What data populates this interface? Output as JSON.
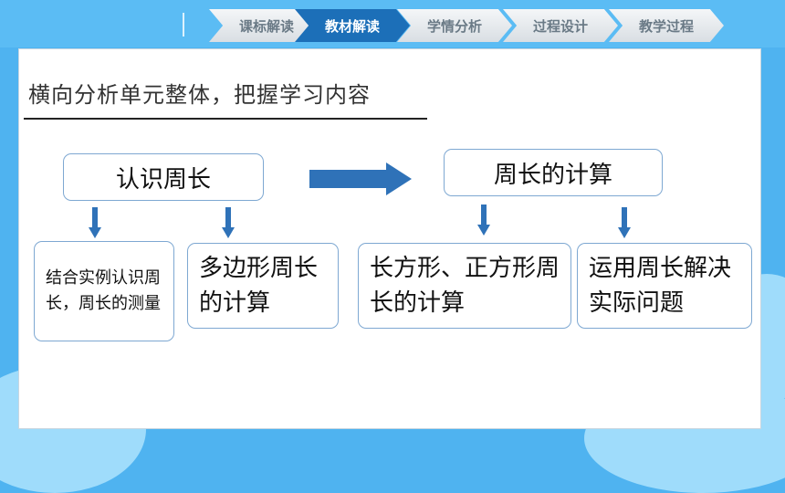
{
  "nav": {
    "tabs": [
      {
        "label": "课标解读",
        "active": false
      },
      {
        "label": "教材解读",
        "active": true
      },
      {
        "label": "学情分析",
        "active": false
      },
      {
        "label": "过程设计",
        "active": false
      },
      {
        "label": "教学过程",
        "active": false
      }
    ]
  },
  "slide": {
    "heading": "横向分析单元整体，把握学习内容",
    "box_left_main": "认识周长",
    "box_right_main": "周长的计算",
    "sub1": "结合实例认识周长，周长的测量",
    "sub2": "多边形周长的计算",
    "sub3": "长方形、正方形周长的计算",
    "sub4": "运用周长解决实际问题"
  },
  "colors": {
    "background": "#4fb3f0",
    "active_tab": "#1c6fb8",
    "arrow": "#2f72b8",
    "box_border": "#7ea8d2"
  }
}
